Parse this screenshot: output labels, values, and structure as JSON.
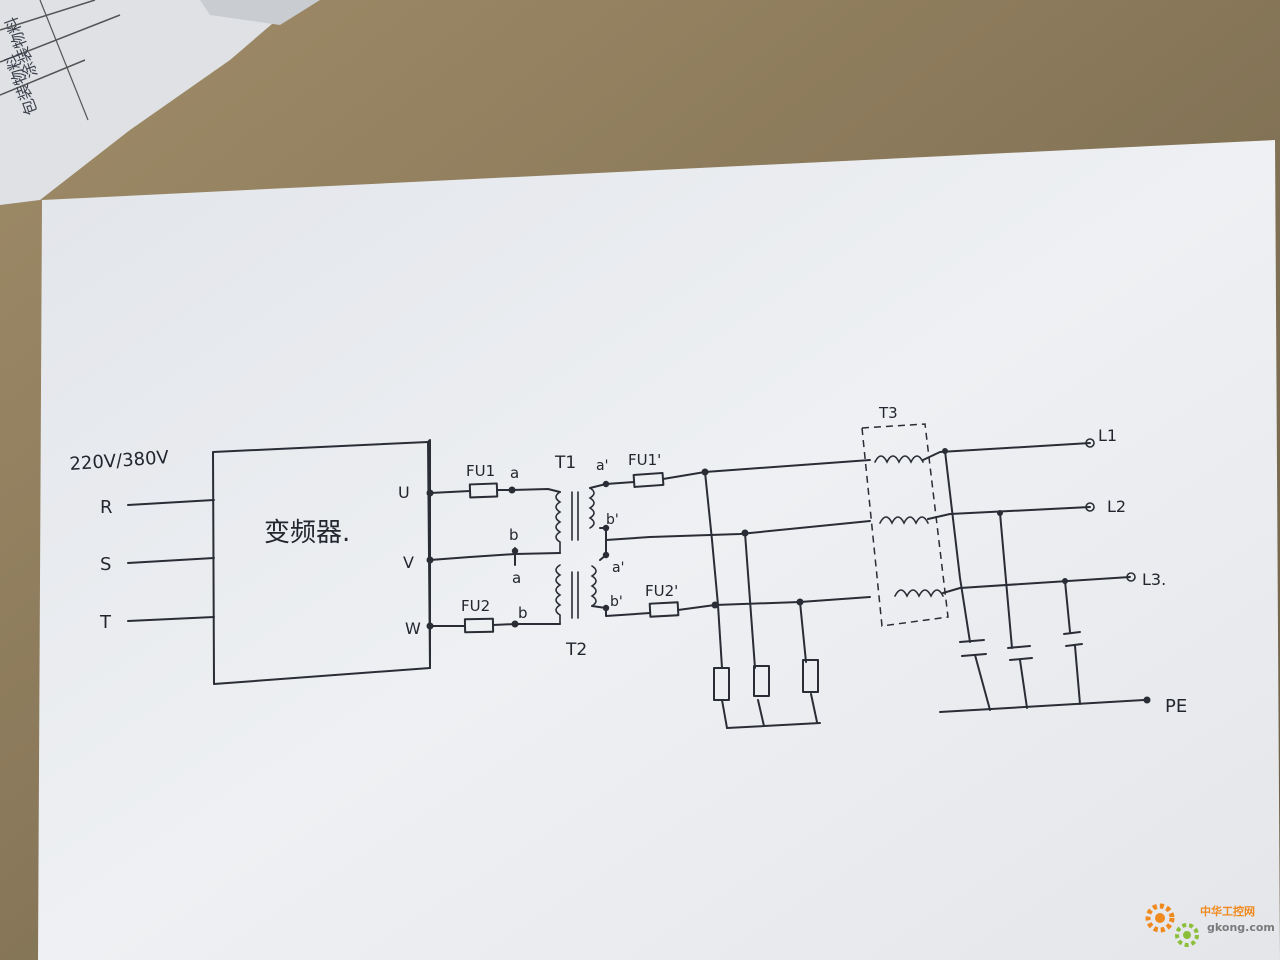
{
  "colors": {
    "desk": "#8a7a5e",
    "paper": "#e9ebef",
    "ink": "#2a2d35",
    "watermark_orange": "#f08a1e",
    "watermark_gray": "#7a7a7a"
  },
  "background_sheet": {
    "rows": [
      "涂装物料",
      "包装物料"
    ]
  },
  "diagram": {
    "supply_voltage": "220V/380V",
    "inputs": [
      "R",
      "S",
      "T"
    ],
    "inverter_label": "变频器.",
    "outputs": [
      "U",
      "V",
      "W"
    ],
    "fuses": {
      "fu1": "FU1",
      "fu2": "FU2",
      "fu1_prime": "FU1'",
      "fu2_prime": "FU2'"
    },
    "transformers": {
      "t1": "T1",
      "t2": "T2",
      "t3": "T3"
    },
    "terminals": {
      "a": "a",
      "b": "b",
      "a_prime": "a'",
      "b_prime": "b'"
    },
    "outputs_right": [
      "L1",
      "L2",
      "L3."
    ],
    "ground_label": "PE"
  },
  "watermark": {
    "cn": "中华工控网",
    "url": "gkong.com"
  }
}
